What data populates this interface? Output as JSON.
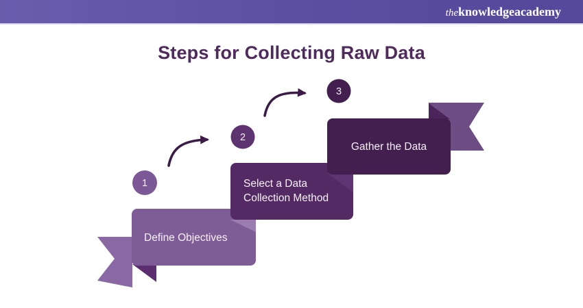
{
  "header": {
    "logo": {
      "the": "the",
      "knowledge": "knowledge",
      "academy": "academy"
    },
    "bar_color_left": "#6a5dac",
    "bar_color_right": "#55489a"
  },
  "title": {
    "text": "Steps for Collecting Raw Data",
    "color": "#4f2a5c"
  },
  "steps": [
    {
      "number": "1",
      "lines": [
        "Define Objectives"
      ],
      "box_color": "#7e5d97",
      "circle_color": "#7c5896"
    },
    {
      "number": "2",
      "lines": [
        "Select a Data",
        "Collection Method"
      ],
      "box_color": "#532a63",
      "circle_color": "#5d3470"
    },
    {
      "number": "3",
      "lines": [
        "Gather the Data"
      ],
      "box_color": "#421f4f",
      "circle_color": "#421f4f"
    }
  ],
  "decor": {
    "left_ribbon_color": "#8a68a4",
    "left_fold_color": "#5c2e6f",
    "right_ribbon_color": "#6e4d85",
    "right_fold_color": "#4b2459",
    "step1_highlight_color": "#9b7cb1",
    "step2_highlight_color": "#5e3472",
    "arrow_color": "#3b1b47"
  }
}
